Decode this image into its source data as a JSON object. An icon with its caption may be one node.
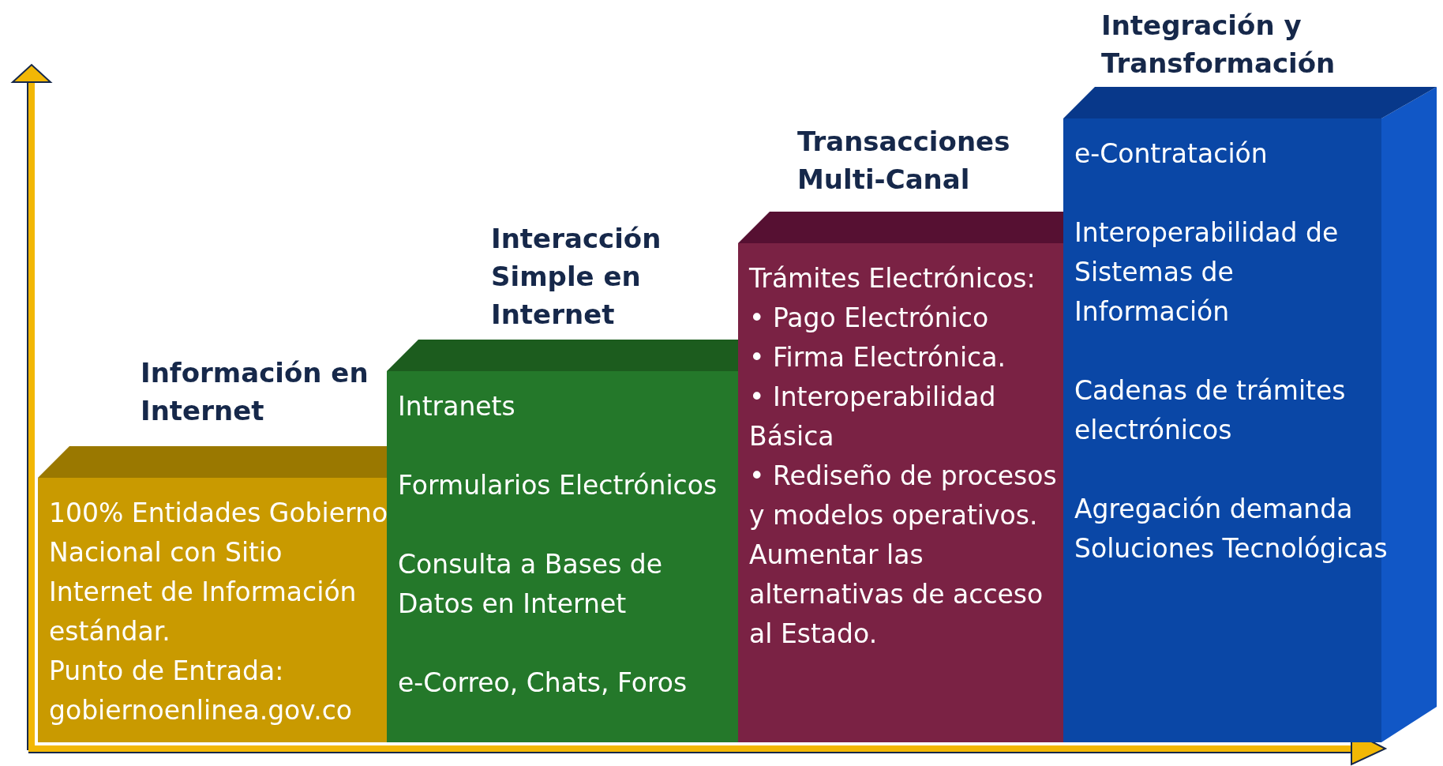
{
  "diagram": {
    "nodes": [
      {
        "text": [
          "Información en Internet",
          "100% Entidades Gobierno Nacional con Sitio Internet de Información estándar.",
          "Punto de Entrada: gobiernoenlinea.gov.co"
        ]
      },
      {
        "text": [
          "Interacción Simple en Internet",
          "Intranets",
          "Formularios Electrónicos",
          "Consulta a Bases de Datos en Internet",
          "e-Correo, Chats, Foros"
        ]
      },
      {
        "text": [
          "Transacciones Multi-Canal",
          "Trámites Electrónicos:",
          "• Pago Electrónico",
          "• Firma Electrónica.",
          "• Interoperabilidad Básica",
          "• Rediseño de procesos y modelos operativos.",
          "Aumentar las alternativas de acceso al Estado."
        ]
      },
      {
        "text": [
          "Integración y Transformación",
          "e-Contratación",
          "Interoperabilidad de Sistemas de Información",
          "Cadenas de trámites electrónicos",
          "Agregación demanda Soluciones Tecnológicas"
        ]
      }
    ]
  }
}
